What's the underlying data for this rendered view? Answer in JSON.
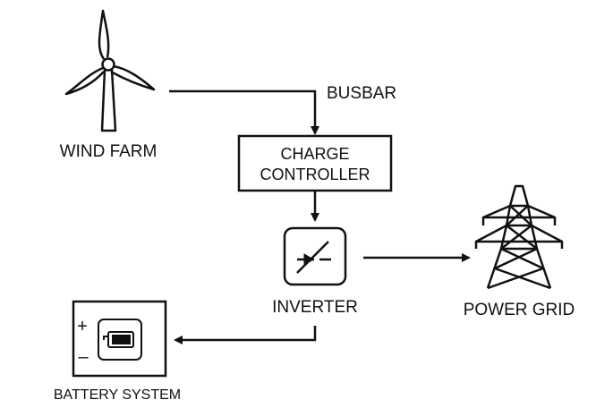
{
  "nodes": {
    "wind_farm": {
      "label": "WIND FARM",
      "icon": "wind-turbine-icon"
    },
    "busbar": {
      "label": "BUSBAR"
    },
    "charge_controller": {
      "line1": "CHARGE",
      "line2": "CONTROLLER"
    },
    "inverter": {
      "label": "INVERTER",
      "icon": "inverter-symbol-icon"
    },
    "power_grid": {
      "label": "POWER GRID",
      "icon": "transmission-tower-icon"
    },
    "battery_system": {
      "label": "BATTERY SYSTEM",
      "icon": "battery-icon",
      "plus": "+",
      "minus": "–"
    }
  },
  "colors": {
    "stroke": "#111111",
    "background": "#ffffff"
  }
}
